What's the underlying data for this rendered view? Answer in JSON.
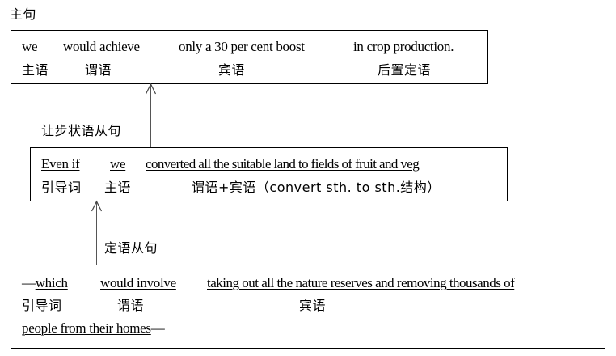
{
  "main_clause": {
    "title": "主句",
    "segments": [
      {
        "text": "we",
        "role": "主语"
      },
      {
        "text": "would achieve",
        "role": "谓语"
      },
      {
        "text": "only a 30 per cent boost",
        "role": "宾语"
      },
      {
        "text": "in crop production",
        "role": "后置定语"
      }
    ],
    "end_punct": "."
  },
  "concessive_clause": {
    "title": "让步状语从句",
    "segments": [
      {
        "text": "Even if",
        "role": "引导词"
      },
      {
        "text": "we",
        "role": "主语"
      },
      {
        "text": "converted all the suitable land to fields of fruit and veg",
        "role": "谓语+宾语（convert sth. to sth.结构）"
      }
    ]
  },
  "attributive_clause": {
    "title": "定语从句",
    "lead_dash": "—",
    "segments": [
      {
        "text": "which",
        "role": "引导词"
      },
      {
        "text": "would involve",
        "role": "谓语"
      },
      {
        "text": "taking out all the nature reserves and removing thousands of",
        "role": "宾语"
      }
    ],
    "continuation": "people from their homes",
    "trail_dash": "—"
  },
  "arrows": [
    {
      "from": "concessive_clause",
      "to": "main_clause"
    },
    {
      "from": "attributive_clause",
      "to": "concessive_clause"
    }
  ]
}
